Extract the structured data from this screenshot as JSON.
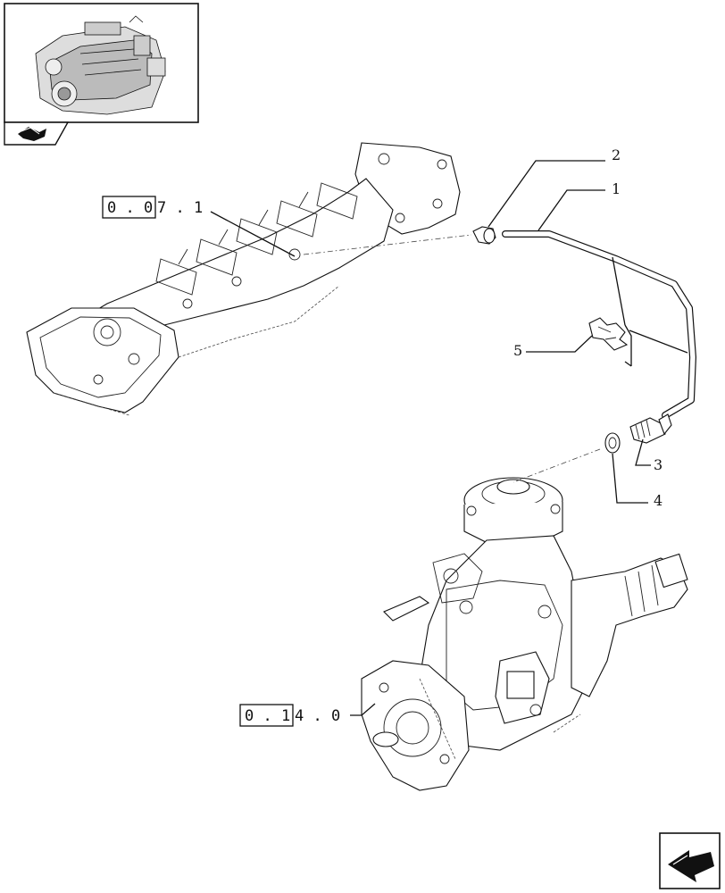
{
  "thumbnail": {
    "name": "engine-overview-thumbnail"
  },
  "icons": {
    "corner_nav": "book-arrow-icon",
    "next_page": "next-page-arrow-icon"
  },
  "callouts": {
    "pipe": "1",
    "union_fitting": "2",
    "connector": "3",
    "seal_washer": "4",
    "clip": "5"
  },
  "references": {
    "intake_manifold": {
      "boxed": "0 . 0",
      "rest": "7 . 1"
    },
    "injection_pump": {
      "boxed": "0 . 1",
      "rest": "4 . 0"
    }
  }
}
